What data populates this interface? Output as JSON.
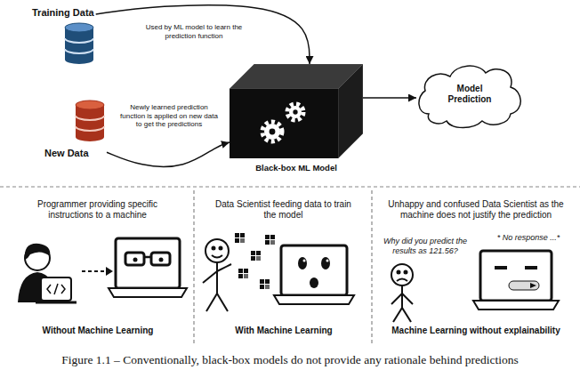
{
  "diagram": {
    "caption": "Figure 1.1 – Conventionally, black-box models do not provide any rationale behind predictions",
    "nodes": [
      {
        "text": [
          "Training Data"
        ]
      },
      {
        "text": [
          "New Data"
        ]
      },
      {
        "text": [
          "Black-box ML Model"
        ]
      },
      {
        "text": [
          "Model Prediction"
        ]
      }
    ],
    "edges": [
      {
        "from": 0,
        "to": 2,
        "arrow": "to",
        "label": "Used by ML model to learn the prediction function"
      },
      {
        "from": 1,
        "to": 2,
        "arrow": "to",
        "label": "Newly learned prediction function is applied on new data to get the predictions"
      },
      {
        "from": 2,
        "to": 3,
        "arrow": "to"
      }
    ],
    "labels": [
      "Programmer providing specific instructions to a machine",
      "Without Machine Learning",
      "Data Scientist feeding data to train the model",
      "With Machine Learning",
      "Unhappy and confused Data Scientist as the machine does not justify the prediction",
      "Why did you predict the results as 121.56?",
      "* No response ...*",
      "Machine Learning without explainability"
    ]
  }
}
